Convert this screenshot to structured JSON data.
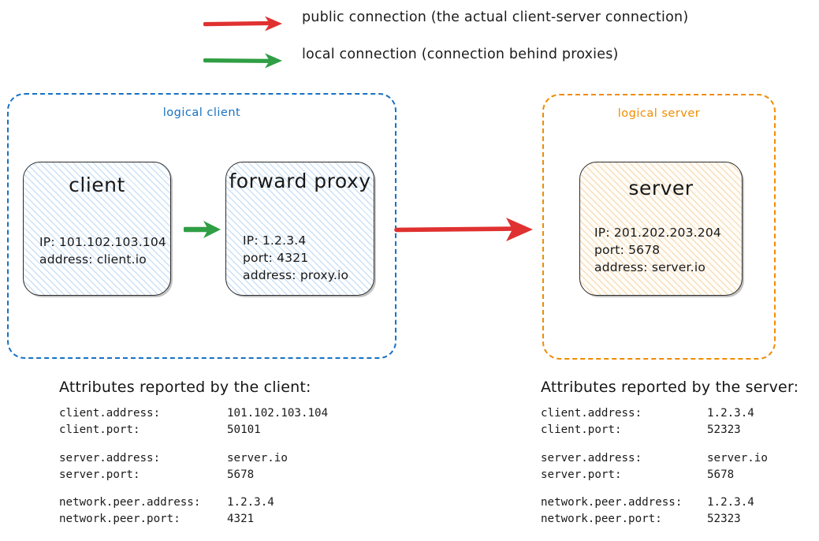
{
  "legend": {
    "items": [
      {
        "icon": "red-arrow-icon",
        "color": "#e03131",
        "label": "public connection (the actual client-server connection)"
      },
      {
        "icon": "green-arrow-icon",
        "color": "#2f9e44",
        "label": "local connection (connection behind proxies)"
      }
    ]
  },
  "groups": {
    "client": {
      "title": "logical client",
      "color": "#1971c2"
    },
    "server": {
      "title": "logical server",
      "color": "#f08c00"
    }
  },
  "nodes": {
    "client": {
      "title": "client",
      "lines": [
        "IP: 101.102.103.104",
        "address: client.io"
      ]
    },
    "proxy": {
      "title": "forward proxy",
      "lines": [
        "IP: 1.2.3.4",
        "port: 4321",
        "address: proxy.io"
      ]
    },
    "server": {
      "title": "server",
      "lines": [
        "IP: 201.202.203.204",
        "port: 5678",
        "address: server.io"
      ]
    }
  },
  "arrows": {
    "local": {
      "name": "green-arrow-client-to-proxy",
      "color": "#2f9e44"
    },
    "public": {
      "name": "red-arrow-proxy-to-server",
      "color": "#e03131"
    }
  },
  "attributes": {
    "client": {
      "heading": "Attributes reported by the client:",
      "groups": [
        [
          {
            "key": "client.address:",
            "value": "101.102.103.104"
          },
          {
            "key": "client.port:",
            "value": "50101"
          }
        ],
        [
          {
            "key": "server.address:",
            "value": "server.io"
          },
          {
            "key": "server.port:",
            "value": "5678"
          }
        ],
        [
          {
            "key": "network.peer.address:",
            "value": "1.2.3.4"
          },
          {
            "key": "network.peer.port:",
            "value": "4321"
          }
        ]
      ]
    },
    "server": {
      "heading": "Attributes reported by the server:",
      "groups": [
        [
          {
            "key": "client.address:",
            "value": "1.2.3.4"
          },
          {
            "key": "client.port:",
            "value": "52323"
          }
        ],
        [
          {
            "key": "server.address:",
            "value": "server.io"
          },
          {
            "key": "server.port:",
            "value": "5678"
          }
        ],
        [
          {
            "key": "network.peer.address:",
            "value": "1.2.3.4"
          },
          {
            "key": "network.peer.port:",
            "value": "52323"
          }
        ]
      ]
    }
  }
}
